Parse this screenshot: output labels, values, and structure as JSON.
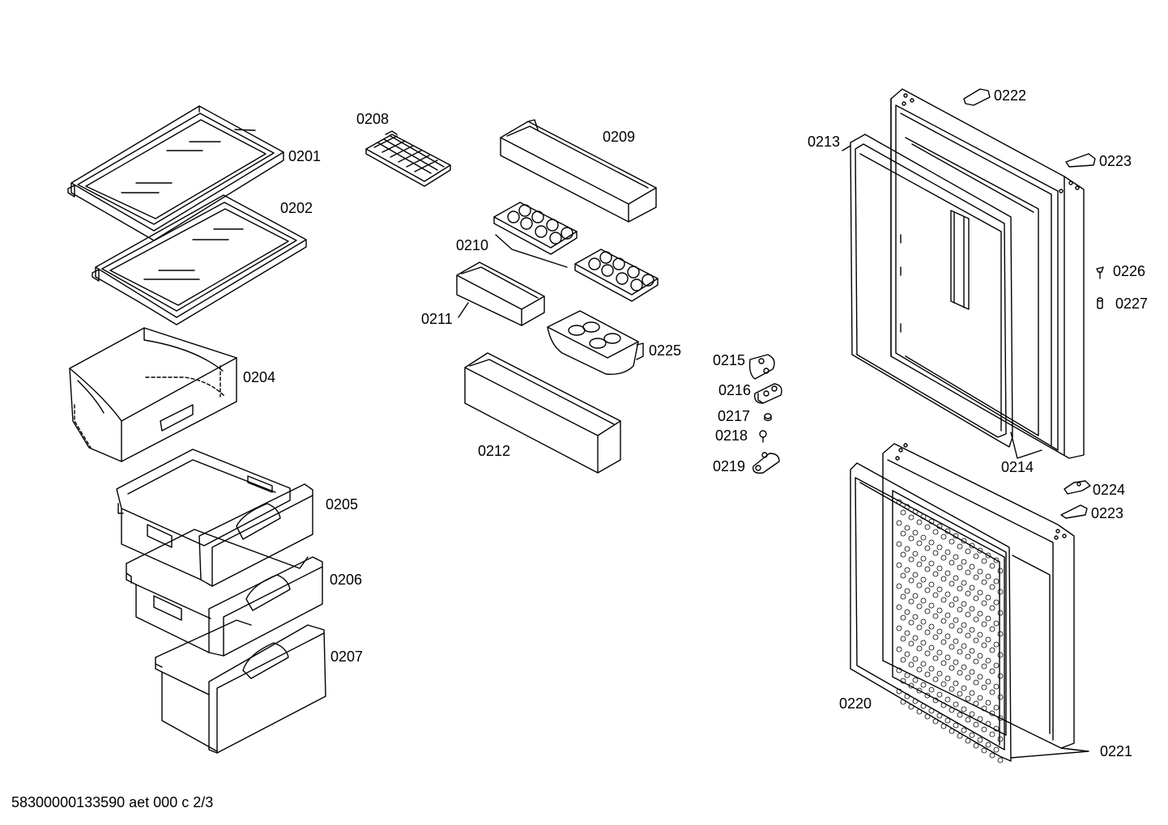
{
  "labels": {
    "p0201": "0201",
    "p0202": "0202",
    "p0204": "0204",
    "p0205": "0205",
    "p0206": "0206",
    "p0207": "0207",
    "p0208": "0208",
    "p0209": "0209",
    "p0210": "0210",
    "p0211": "0211",
    "p0212": "0212",
    "p0225": "0225",
    "p0215": "0215",
    "p0216": "0216",
    "p0217": "0217",
    "p0218": "0218",
    "p0219": "0219",
    "p0213": "0213",
    "p0214": "0214",
    "p0222": "0222",
    "p0223a": "0223",
    "p0223b": "0223",
    "p0224": "0224",
    "p0226": "0226",
    "p0227": "0227",
    "p0220": "0220",
    "p0221": "0221"
  },
  "footer": "58300000133590 aet 000 c 2/3"
}
